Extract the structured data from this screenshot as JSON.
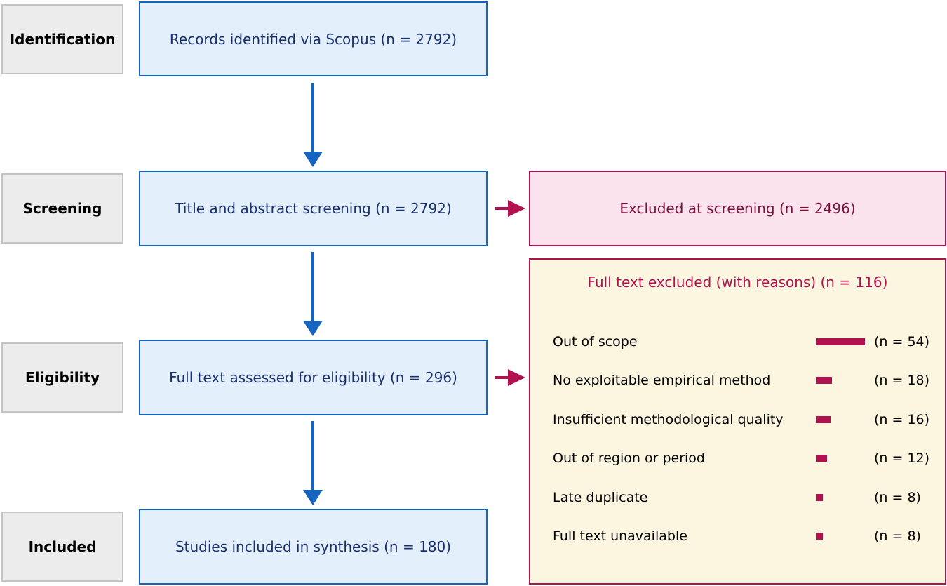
{
  "stages": [
    {
      "label": "Identification"
    },
    {
      "label": "Screening"
    },
    {
      "label": "Eligibility"
    },
    {
      "label": "Included"
    }
  ],
  "flow_boxes": [
    {
      "text": "Records identified via Scopus (n = 2792)"
    },
    {
      "text": "Title and abstract screening (n = 2792)"
    },
    {
      "text": "Full text assessed for eligibility (n = 296)"
    },
    {
      "text": "Studies included in synthesis (n = 180)"
    }
  ],
  "excluded_screening": {
    "text": "Excluded at screening (n = 2496)"
  },
  "full_text_excluded": {
    "title": "Full text excluded (with reasons) (n = 116)",
    "reasons": [
      {
        "label": "Out of scope",
        "count": 54,
        "n_text": "(n = 54)"
      },
      {
        "label": "No exploitable empirical method",
        "count": 18,
        "n_text": "(n = 18)"
      },
      {
        "label": "Insufficient methodological quality",
        "count": 16,
        "n_text": "(n = 16)"
      },
      {
        "label": "Out of region or period",
        "count": 12,
        "n_text": "(n = 12)"
      },
      {
        "label": "Late duplicate",
        "count": 8,
        "n_text": "(n = 8)"
      },
      {
        "label": "Full text unavailable",
        "count": 8,
        "n_text": "(n = 8)"
      }
    ]
  },
  "colors": {
    "flow_arrow": "#1565c0",
    "exclusion_arrow": "#b0124f",
    "flow_box_fill": "#e3f0fb",
    "exclusion_fill": "#fae3ec",
    "reasons_fill": "#fcf6e1",
    "stage_fill": "#ececec"
  }
}
